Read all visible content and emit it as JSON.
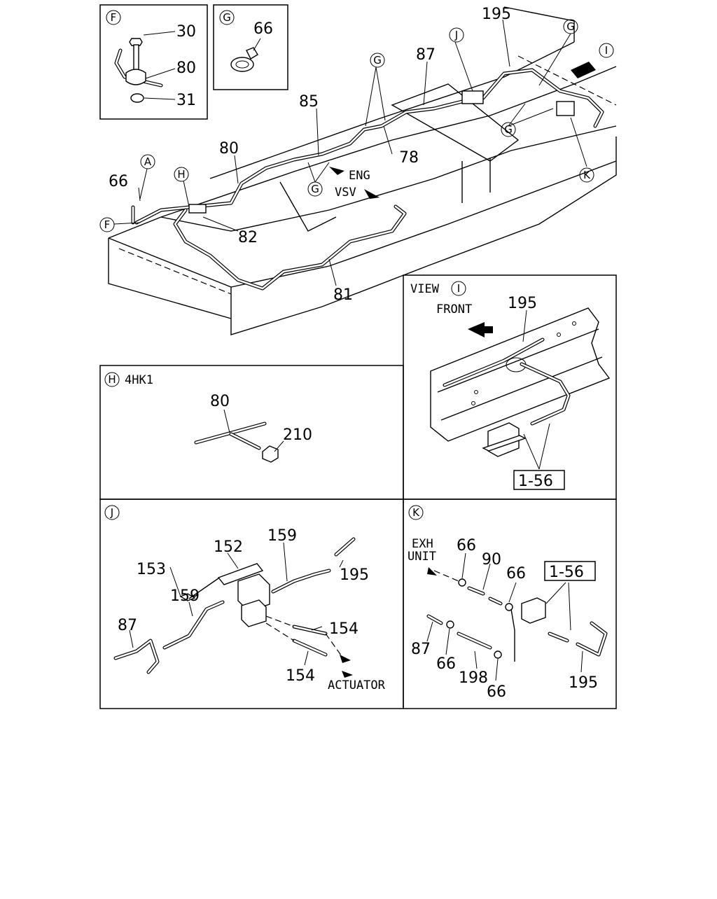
{
  "inset_f": {
    "circle": "F",
    "labels": [
      "30",
      "80",
      "31"
    ]
  },
  "inset_g": {
    "circle": "G",
    "labels": [
      "66"
    ]
  },
  "main": {
    "labels": [
      "195",
      "87",
      "85",
      "80",
      "66",
      "82",
      "81",
      "78"
    ],
    "circles": [
      "G",
      "G",
      "G",
      "G",
      "J",
      "I",
      "K",
      "A",
      "H",
      "F"
    ],
    "texts": {
      "eng": "ENG",
      "vsv": "VSV"
    }
  },
  "view_i": {
    "title": "VIEW",
    "circle": "I",
    "front": "FRONT",
    "labels": [
      "195"
    ],
    "ref": "1-56"
  },
  "panel_h": {
    "circle": "H",
    "title": "4HK1",
    "labels": [
      "80",
      "210"
    ]
  },
  "panel_j": {
    "circle": "J",
    "labels": [
      "152",
      "159",
      "153",
      "195",
      "159",
      "87",
      "154",
      "154"
    ],
    "actuator": "ACTUATOR"
  },
  "panel_k": {
    "circle": "K",
    "exh1": "EXH",
    "exh2": "UNIT",
    "labels": [
      "66",
      "90",
      "66",
      "87",
      "66",
      "198",
      "66",
      "195"
    ],
    "ref": "1-56"
  }
}
